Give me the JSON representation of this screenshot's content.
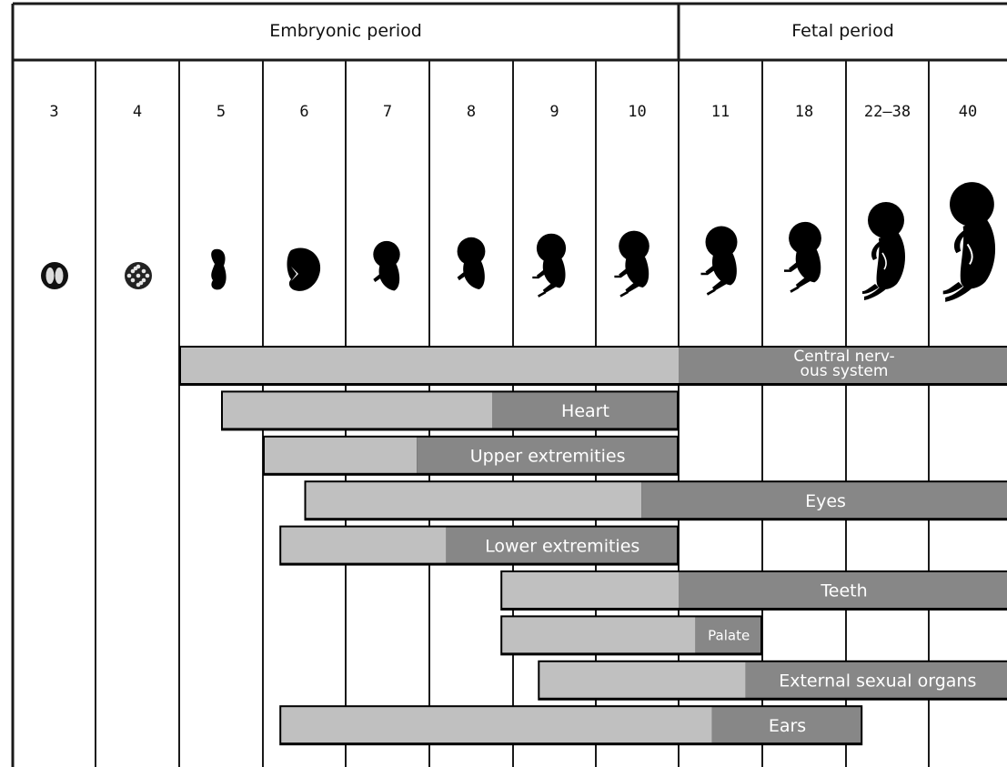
{
  "periods": {
    "embryonic": "Embryonic period",
    "fetal": "Fetal period"
  },
  "weeks": [
    "3",
    "4",
    "5",
    "6",
    "7",
    "8",
    "9",
    "10",
    "11",
    "18",
    "22–38",
    "40"
  ],
  "organs": [
    {
      "name_lines": [
        "Central nerv-",
        "ous system"
      ],
      "start": 2,
      "sensitive_start": 8,
      "end": 12
    },
    {
      "name_lines": [
        "Heart"
      ],
      "start": 2.5,
      "sensitive_start": 5.75,
      "end": 8
    },
    {
      "name_lines": [
        "Upper extremities"
      ],
      "start": 3,
      "sensitive_start": 4.85,
      "end": 8
    },
    {
      "name_lines": [
        "Eyes"
      ],
      "start": 3.5,
      "sensitive_start": 7.55,
      "end": 12
    },
    {
      "name_lines": [
        "Lower extremities"
      ],
      "start": 3.2,
      "sensitive_start": 5.2,
      "end": 8
    },
    {
      "name_lines": [
        "Teeth"
      ],
      "start": 5.85,
      "sensitive_start": 8,
      "end": 12
    },
    {
      "name_lines": [
        "Palate"
      ],
      "start": 5.85,
      "sensitive_start": 8.2,
      "end": 9
    },
    {
      "name_lines": [
        "External sexual organs"
      ],
      "start": 6.3,
      "sensitive_start": 8.8,
      "end": 12
    },
    {
      "name_lines": [
        "Ears"
      ],
      "start": 3.2,
      "sensitive_start": 8.4,
      "end": 10.2
    }
  ],
  "colors": {
    "less_sensitive": "#c0c0c0",
    "highly_sensitive": "#878787",
    "grid": "#1a1a1a"
  },
  "icons": [
    "cell-division-icon",
    "morula-icon",
    "embryo-icon",
    "fetus-icon"
  ]
}
